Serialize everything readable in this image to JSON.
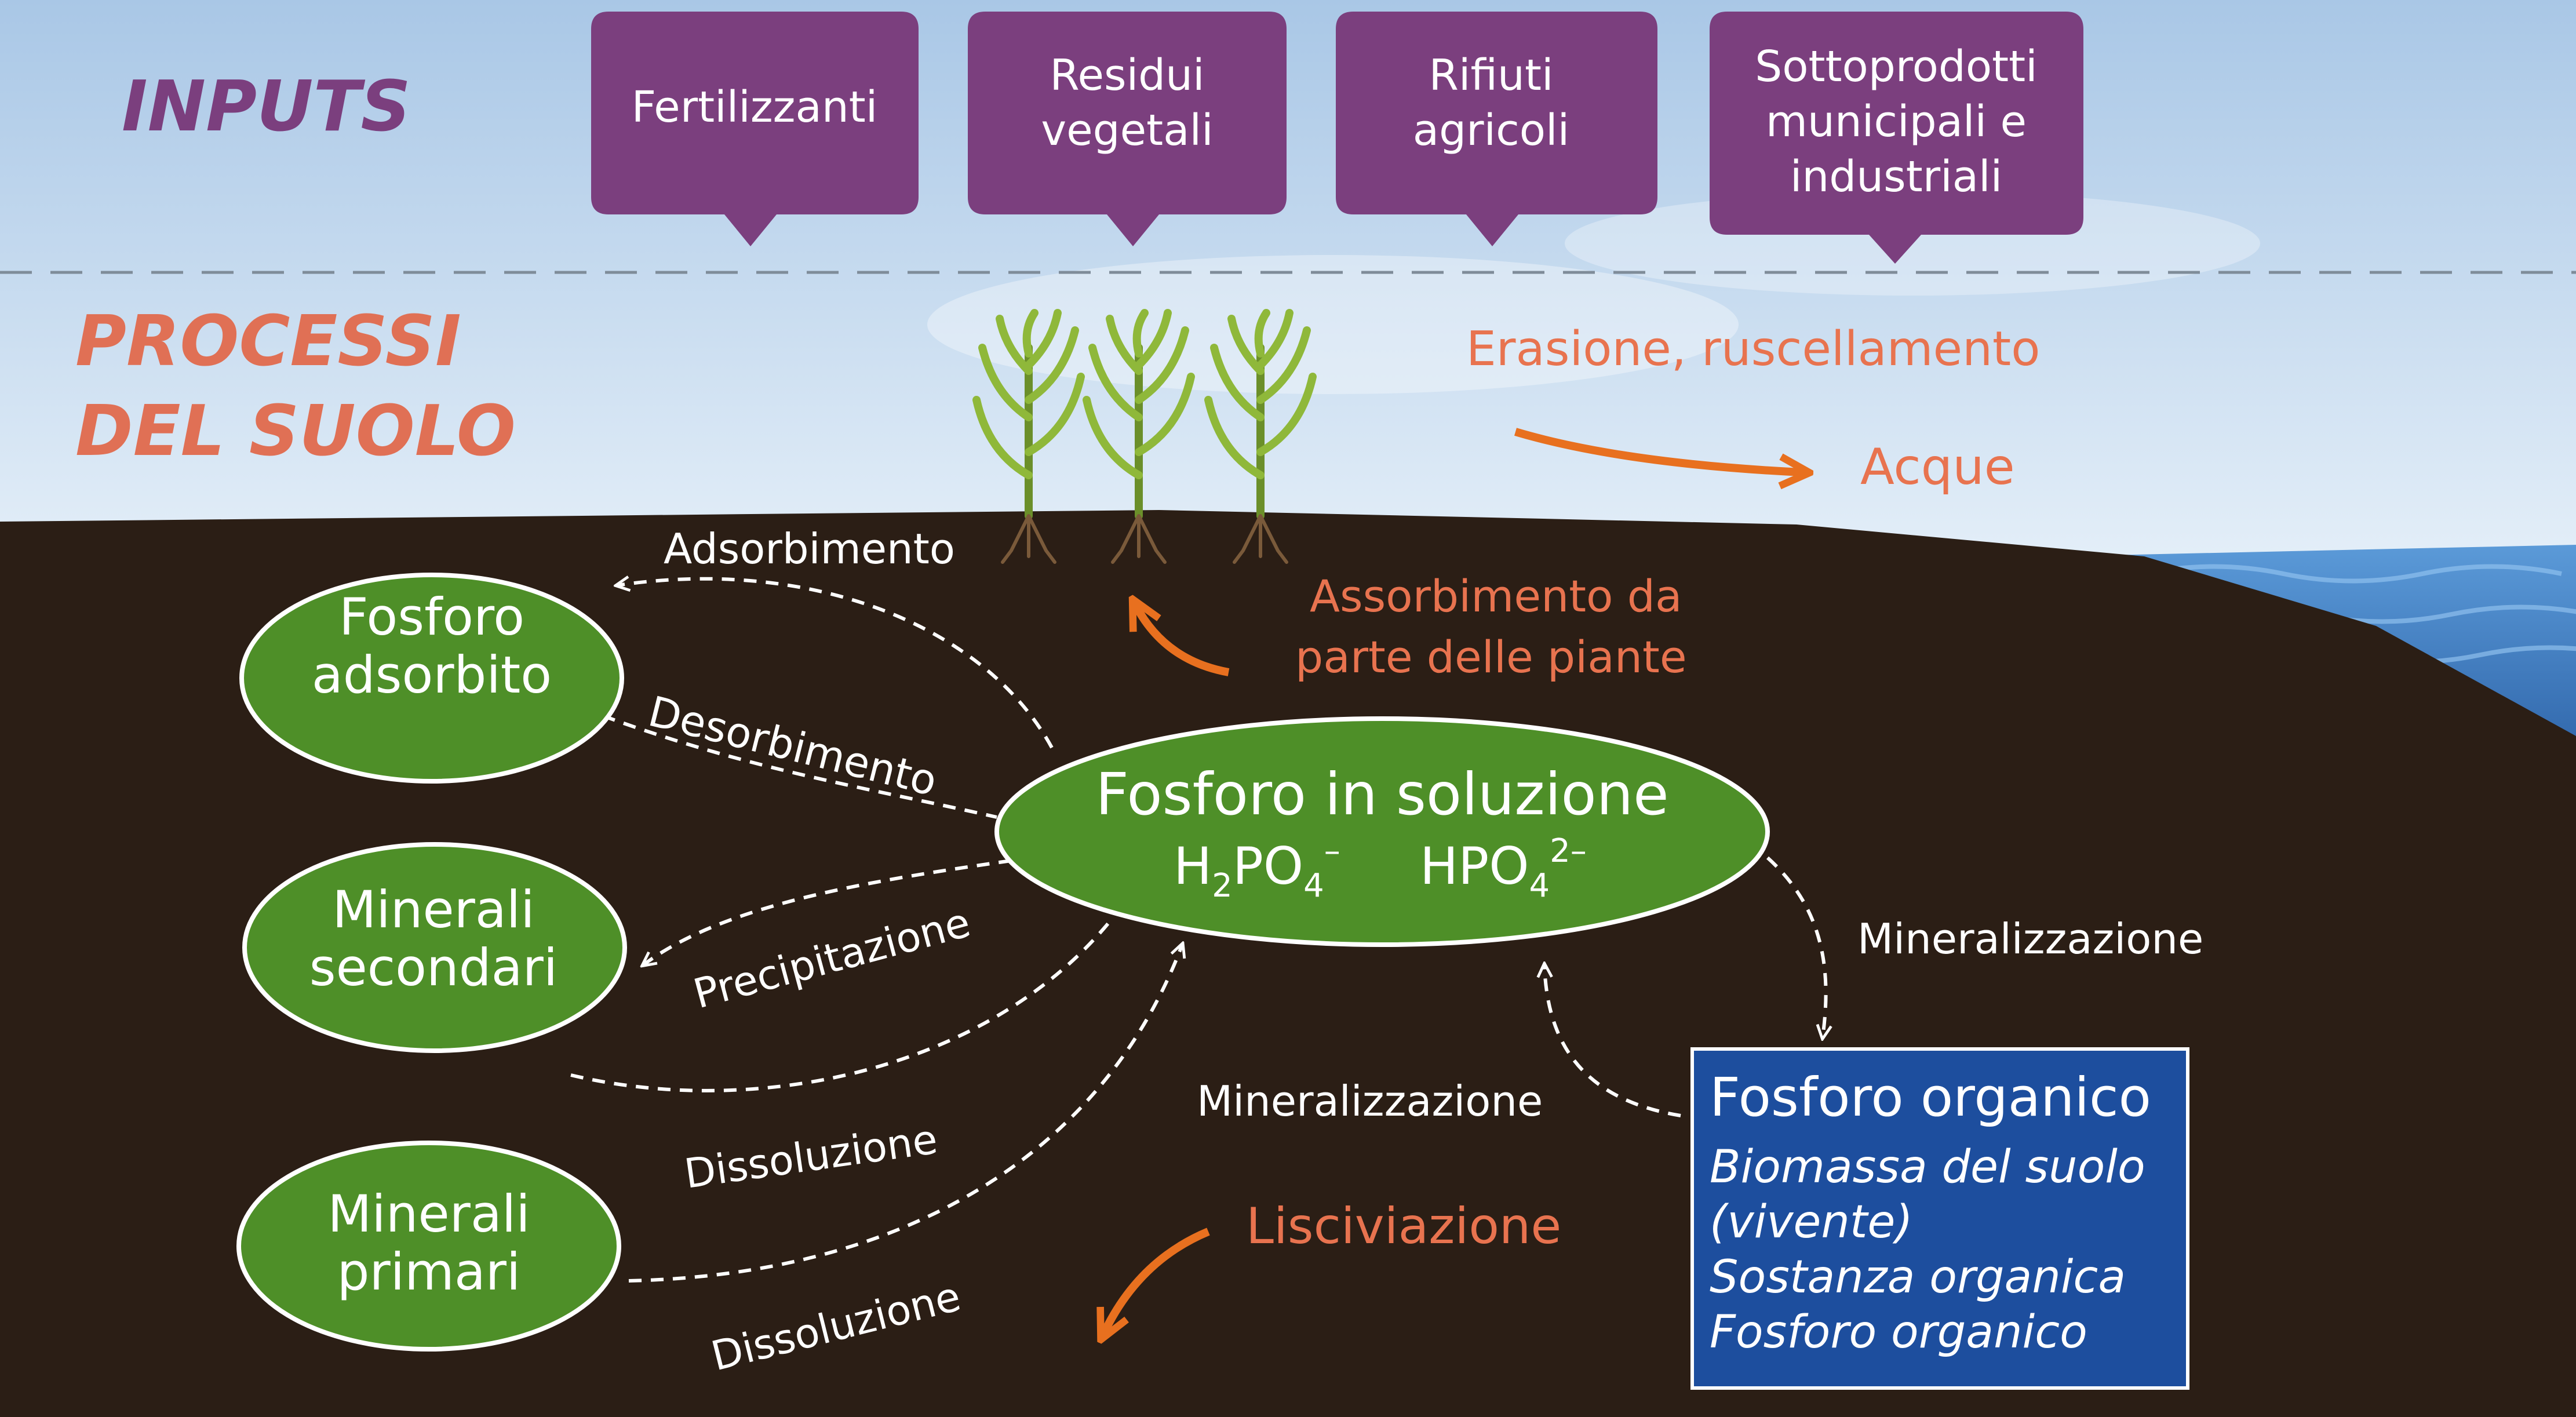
{
  "colors": {
    "sky_top": "#a9c7e6",
    "sky_bottom": "#e3eef8",
    "soil": "#2b1e15",
    "sea": "#3f7fc4",
    "input_box": "#7b3f7e",
    "node_green": "#4e8f28",
    "organic_box": "#1d4e9e",
    "inputs_heading": "#7b3f7e",
    "processes_heading": "#e07055",
    "orange_label": "#e8734f",
    "orange_arrow": "#e8701f",
    "white": "#ffffff",
    "dashed_line": "#7f8c99"
  },
  "headings": {
    "inputs": "INPUTS",
    "processes_line1": "PROCESSI",
    "processes_line2": "DEL SUOLO"
  },
  "inputs": [
    {
      "lines": [
        "Fertilizzanti"
      ]
    },
    {
      "lines": [
        "Residui",
        "vegetali"
      ]
    },
    {
      "lines": [
        "Rifiuti",
        "agricoli"
      ]
    },
    {
      "lines": [
        "Sottoprodotti",
        "municipali e",
        "industriali"
      ]
    }
  ],
  "nodes": {
    "adsorbed": {
      "line1": "Fosforo",
      "line2": "adsorbito"
    },
    "secondary": {
      "line1": "Minerali",
      "line2": "secondari"
    },
    "primary": {
      "line1": "Minerali",
      "line2": "primari"
    },
    "solution": {
      "title": "Fosforo in soluzione",
      "species1": {
        "a": "H",
        "sub1": "2",
        "b": "PO",
        "sub2": "4",
        "sup": "–"
      },
      "species2": {
        "a": "HPO",
        "sub": "4",
        "sup": "2–"
      }
    }
  },
  "organic_box": {
    "title": "Fosforo organico",
    "items": [
      "Biomassa del suolo",
      "(vivente)",
      "Sostanza organica",
      "Fosforo organico"
    ]
  },
  "labels": {
    "adsorbimento": "Adsorbimento",
    "desorbimento": "Desorbimento",
    "precipitazione": "Precipitazione",
    "dissoluzione_secondary": "Dissoluzione",
    "dissoluzione_primary": "Dissoluzione",
    "mineralizzazione_right": "Mineralizzazione",
    "mineralizzazione_left": "Mineralizzazione",
    "plant_uptake_line1": "Assorbimento da",
    "plant_uptake_line2": "parte delle piante",
    "erosion": "Erasione, ruscellamento",
    "waters": "Acque",
    "leaching": "Lisciviazione"
  }
}
